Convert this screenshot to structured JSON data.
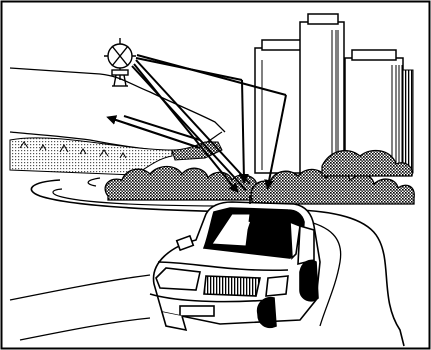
{
  "illustration": {
    "subject": "radio-reception-diagram",
    "elements": [
      "broadcast-tower",
      "hills",
      "buildings",
      "shrubs",
      "road",
      "car",
      "signal-paths"
    ]
  },
  "colors": {
    "ink": "#000000",
    "paper": "#ffffff",
    "foliage_shade": "#6e6e6e"
  }
}
